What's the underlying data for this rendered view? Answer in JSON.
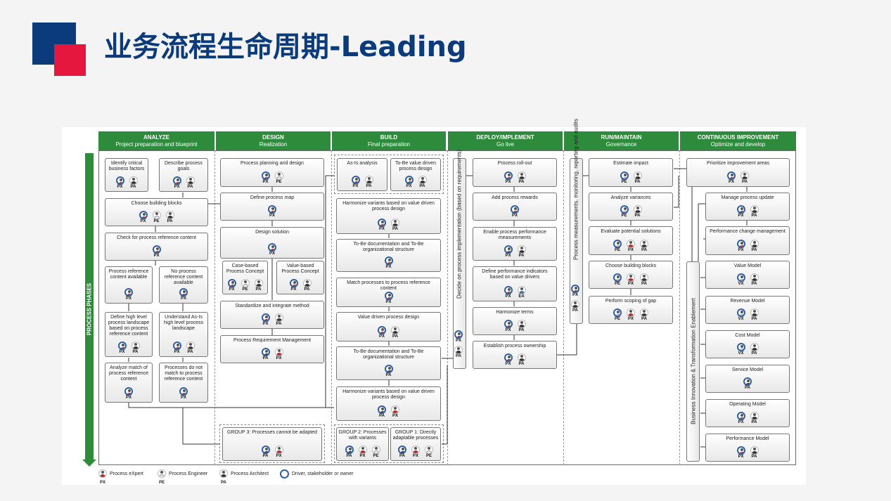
{
  "page_title": "业务流程生命周期-Leading",
  "process_phases_label": "PROCESS PHASES",
  "phases": [
    {
      "name": "ANALYZE",
      "sub": "Project preparation and blueprint"
    },
    {
      "name": "DESIGN",
      "sub": "Realization"
    },
    {
      "name": "BUILD",
      "sub": "Final preparation"
    },
    {
      "name": "DEPLOY/IMPLEMENT",
      "sub": "Go live"
    },
    {
      "name": "RUN/MAINTAIN",
      "sub": "Governance"
    },
    {
      "name": "CONTINUOUS IMPROVEMENT",
      "sub": "Optimize and develop"
    }
  ],
  "boxes": [
    {
      "id": "a1",
      "text": "Identify critical business factors",
      "roles": [
        "PX",
        "PA"
      ]
    },
    {
      "id": "a2",
      "text": "Describe process goals",
      "roles": [
        "PX",
        "PA"
      ]
    },
    {
      "id": "a3",
      "text": "Choose building blocks",
      "roles": [
        "PX",
        "PE",
        "PA"
      ]
    },
    {
      "id": "a4",
      "text": "Check for process reference content",
      "roles": [
        "PX"
      ]
    },
    {
      "id": "a5",
      "text": "Process reference content available",
      "roles": [
        "PX"
      ]
    },
    {
      "id": "a6",
      "text": "No process reference content available",
      "roles": [
        "PX"
      ]
    },
    {
      "id": "a7",
      "text": "Define high level process landscape based on process reference content",
      "roles": [
        "PX",
        "PA"
      ]
    },
    {
      "id": "a8",
      "text": "Understand As-Is high level process landscape",
      "roles": [
        "PX",
        "PA"
      ]
    },
    {
      "id": "a9",
      "text": "Analyze match of process reference content",
      "roles": [
        "PX"
      ]
    },
    {
      "id": "a10",
      "text": "Processes do not match to process reference content",
      "roles": [
        "PX"
      ]
    },
    {
      "id": "d1",
      "text": "Process planning and design",
      "roles": [
        "PX",
        "PE"
      ]
    },
    {
      "id": "d2",
      "text": "Define process map",
      "roles": [
        "PX"
      ]
    },
    {
      "id": "d3",
      "text": "Design solution",
      "roles": [
        "PX"
      ]
    },
    {
      "id": "d4",
      "text": "Case-based Process Concept",
      "roles": [
        "PX",
        "PE",
        "PA"
      ]
    },
    {
      "id": "d5",
      "text": "Value-based Process Concept",
      "roles": [
        "PX",
        "PA"
      ]
    },
    {
      "id": "d6",
      "text": "Standardize and integrate method",
      "roles": [
        "PX",
        "PA"
      ]
    },
    {
      "id": "d7",
      "text": "Process Requirement Management",
      "roles": [
        "PA",
        "PX"
      ]
    },
    {
      "id": "b1",
      "text": "As-Is analysis",
      "roles": [
        "PX",
        "PA"
      ]
    },
    {
      "id": "b2",
      "text": "To-Be value driven process design",
      "roles": [
        "PX",
        "PA"
      ]
    },
    {
      "id": "b3",
      "text": "Harmonize variants based on value driven process design",
      "roles": [
        "PX",
        "PA"
      ]
    },
    {
      "id": "b4",
      "text": "To-Be documentation and To-Be organizational structure",
      "roles": [
        "PX"
      ]
    },
    {
      "id": "b5",
      "text": "Match processes to process reference content",
      "roles": [
        "PX"
      ]
    },
    {
      "id": "b6",
      "text": "Value driven process design",
      "roles": [
        "PX",
        "PA"
      ]
    },
    {
      "id": "b7",
      "text": "To-Be documentation and To-Be organizational structure",
      "roles": [
        "PA"
      ]
    },
    {
      "id": "b8",
      "text": "Harmonize variants based on value driven process design",
      "roles": [
        "PA",
        "PX"
      ]
    },
    {
      "id": "g3",
      "text": "GROUP 3: Processes cannot be adapted",
      "roles": [
        "PA",
        "PX"
      ]
    },
    {
      "id": "g2",
      "text": "GROUP 2: Processes with variants",
      "roles": [
        "PA",
        "PX",
        "PE"
      ]
    },
    {
      "id": "g1",
      "text": "GROUP 1: Directly adaptable processes",
      "roles": [
        "PA",
        "PX",
        "PE"
      ]
    },
    {
      "id": "p1",
      "text": "Process roll-out",
      "roles": [
        "PX",
        "PA"
      ]
    },
    {
      "id": "p2",
      "text": "Add process rewards",
      "roles": [
        "PX"
      ]
    },
    {
      "id": "p3",
      "text": "Enable process performance measurements",
      "roles": [
        "PX",
        "PA"
      ]
    },
    {
      "id": "p4",
      "text": "Define performance indicators based on value drivers",
      "roles": [
        "PX",
        "EA"
      ]
    },
    {
      "id": "p5",
      "text": "Harmonize terms",
      "roles": [
        "PX",
        "PA"
      ]
    },
    {
      "id": "p6",
      "text": "Establish process ownership",
      "roles": [
        "PX",
        "PA"
      ]
    },
    {
      "id": "r1",
      "text": "Estimate impact",
      "roles": [
        "PE",
        "PA"
      ]
    },
    {
      "id": "r2",
      "text": "Analyze variances",
      "roles": [
        "PE",
        "PA"
      ]
    },
    {
      "id": "r3",
      "text": "Evaluate potential solutions",
      "roles": [
        "PE",
        "PX",
        "PA"
      ]
    },
    {
      "id": "r4",
      "text": "Choose building blocks",
      "roles": [
        "PE",
        "PX",
        "PA"
      ]
    },
    {
      "id": "r5",
      "text": "Perform scoping of gap",
      "roles": [
        "PE",
        "PX",
        "PA"
      ]
    },
    {
      "id": "c1",
      "text": "Prioritize improvement areas",
      "roles": [
        "PX",
        "PA"
      ]
    },
    {
      "id": "c2",
      "text": "Manage process update",
      "roles": [
        "PX",
        "PA"
      ]
    },
    {
      "id": "c3",
      "text": "Performance change management",
      "roles": [
        "PX",
        "PA"
      ]
    },
    {
      "id": "c4",
      "text": "Value Model",
      "roles": [
        "VX",
        "PA"
      ]
    },
    {
      "id": "c5",
      "text": "Revenue Model",
      "roles": [
        "VX",
        "PA"
      ]
    },
    {
      "id": "c6",
      "text": "Cost Model",
      "roles": [
        "VX",
        "PA"
      ]
    },
    {
      "id": "c7",
      "text": "Service Model",
      "roles": [
        "PA"
      ]
    },
    {
      "id": "c8",
      "text": "Operating Model",
      "roles": [
        "PX",
        "PA"
      ]
    },
    {
      "id": "c9",
      "text": "Performance Model",
      "roles": [
        "PX",
        "PA"
      ]
    }
  ],
  "vertical_boxes": [
    {
      "id": "v1",
      "text": "Decide on process implementation (based on requirements)",
      "roles": [
        "PX",
        "PA"
      ]
    },
    {
      "id": "v2",
      "text": "Process measurements, monitoring, reporting and audits",
      "roles": [
        "PX",
        "PA"
      ]
    },
    {
      "id": "v3",
      "text": "Business Innovation & Transformation Enablement",
      "roles": []
    }
  ],
  "legend": [
    {
      "label": "Process eXpert",
      "code": "PX"
    },
    {
      "label": "Process Engineer",
      "code": "PE"
    },
    {
      "label": "Process Architect",
      "code": "PA"
    },
    {
      "label": "Driver, stakeholder or owner",
      "code": ""
    }
  ]
}
